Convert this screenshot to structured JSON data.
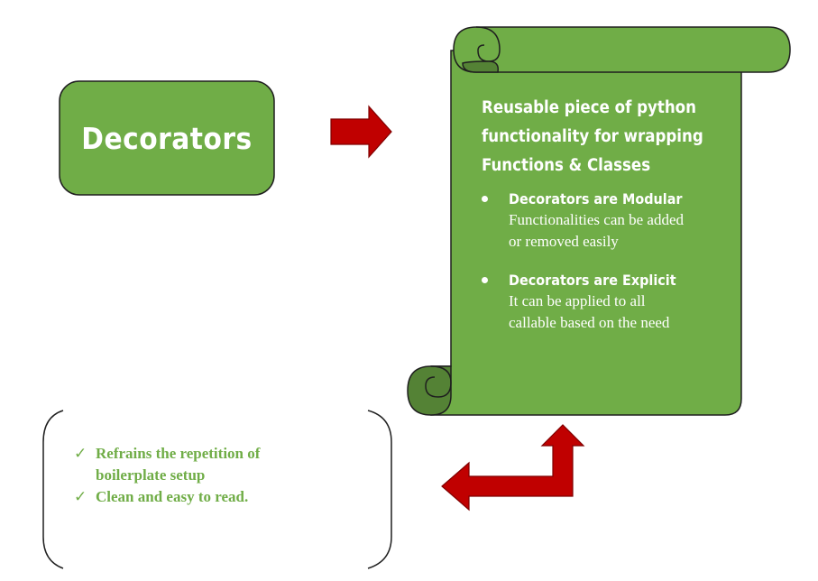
{
  "colors": {
    "green": "#70ad47",
    "green_outline": "#1f1f1f",
    "arrow_red": "#c00000",
    "arrow_outline": "#7f0000",
    "benefit_text": "#70ad47",
    "white": "#ffffff"
  },
  "title_box": {
    "label": "Decorators"
  },
  "scroll": {
    "heading_lines": [
      "Reusable piece of python",
      "functionality for wrapping",
      "Functions & Classes"
    ],
    "features": [
      {
        "title": "Decorators are Modular",
        "desc_lines": [
          "Functionalities can be added",
          "or removed easily"
        ]
      },
      {
        "title": "Decorators are Explicit",
        "desc_lines": [
          "It can be applied to all",
          "callable based on the need"
        ]
      }
    ]
  },
  "benefits": {
    "items": [
      {
        "check": "✓",
        "lines": [
          "Refrains the repetition of",
          "boilerplate setup"
        ]
      },
      {
        "check": "✓",
        "lines": [
          "Clean and easy to read."
        ]
      }
    ]
  },
  "icons": {
    "arrow_right": "right-arrow-icon",
    "arrow_bent": "bent-arrow-icon",
    "checkmark": "checkmark-icon",
    "bullet": "bullet-icon"
  }
}
